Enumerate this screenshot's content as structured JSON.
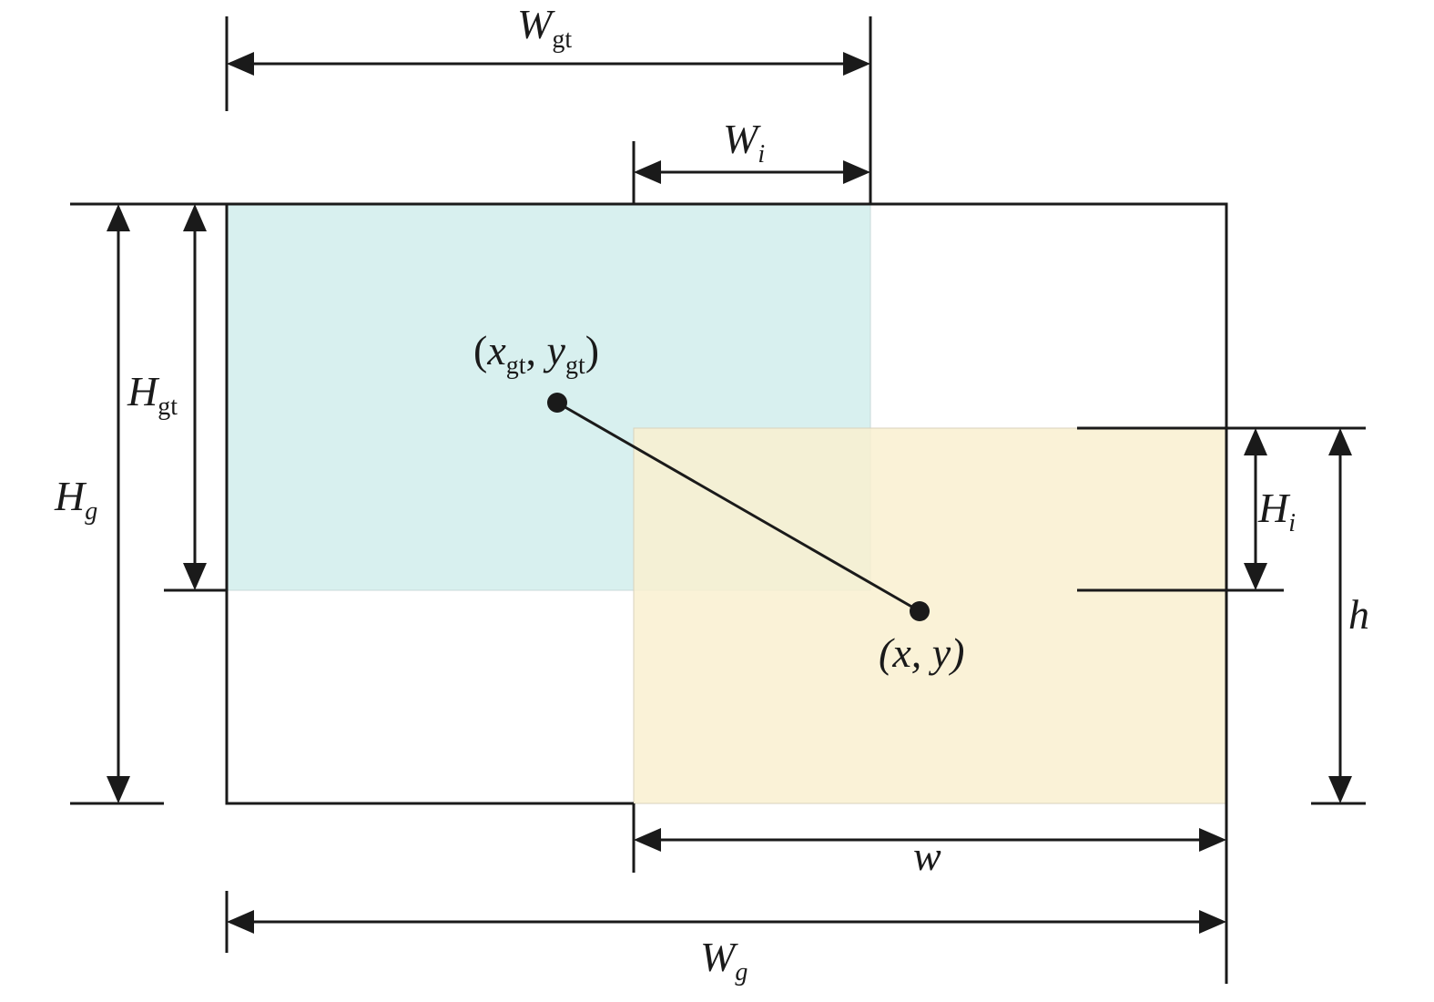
{
  "colors": {
    "ground_truth_box": "#d8f0ef",
    "predicted_box": "#f9f0d0",
    "line": "#1a1a1a"
  },
  "labels": {
    "w_gt": {
      "main": "W",
      "sub": "gt"
    },
    "w_i": {
      "main": "W",
      "sub": "i"
    },
    "h_gt": {
      "main": "H",
      "sub": "gt"
    },
    "h_g": {
      "main": "H",
      "sub": "g"
    },
    "h_i": {
      "main": "H",
      "sub": "i"
    },
    "h": "h",
    "w": "w",
    "w_g": {
      "main": "W",
      "sub": "g"
    },
    "center_gt": {
      "open": "(",
      "x": "x",
      "x_sub": "gt",
      "sep": ", ",
      "y": "y",
      "y_sub": "gt",
      "close": ")"
    },
    "center_pred": "(x, y)"
  }
}
